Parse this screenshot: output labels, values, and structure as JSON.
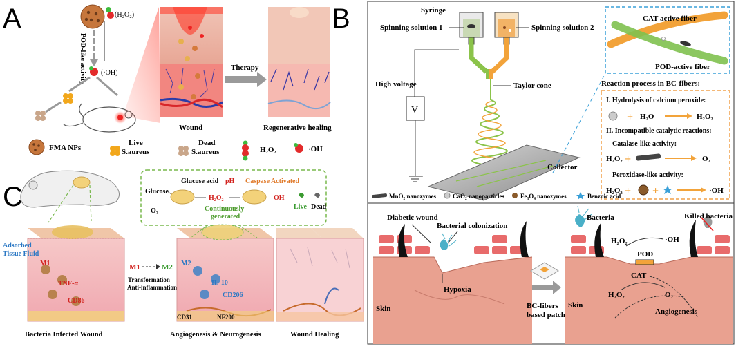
{
  "panel_a": {
    "letter": "A",
    "h2o2_top": "(H₂O₂)",
    "pod_activity": "POD-like activity",
    "oh_label": "(·OH)",
    "therapy": "Therapy",
    "wound": "Wound",
    "regenerative": "Regenerative healing",
    "legend": {
      "fma": "FMA NPs",
      "live_line1": "Live",
      "live_line2": "S.aureus",
      "dead_line1": "Dead",
      "dead_line2": "S.aureus",
      "h2o2": "H₂O₂",
      "oh": "·OH"
    }
  },
  "panel_b": {
    "letter": "B",
    "syringe": "Syringe",
    "sol1": "Spinning solution 1",
    "sol2": "Spinning solution 2",
    "high_voltage": "High voltage",
    "v": "V",
    "taylor": "Taylor cone",
    "collector": "Collector",
    "cat_fiber": "CAT-active fiber",
    "pod_fiber": "POD-active fiber",
    "reaction_title": "Reaction process in BC-fibers:",
    "step1": "I. Hydrolysis  of calcium peroxide:",
    "h2o": "H₂O",
    "h2o2": "H₂O₂",
    "step2": "II. Incompatible catalytic reactions:",
    "catalase": "Catalase-like activity:",
    "o2": "O₂",
    "peroxidase": "Peroxidase-like activity:",
    "oh": "·OH",
    "legend": {
      "mno2": "MnO₂ nanozymes",
      "cao2": "CaO₂ nanoparticles",
      "fe3o4": "Fe₃O₄ nanozymes",
      "benzoic": "Benzoic acid"
    },
    "bottom": {
      "diabetic": "Diabetic wound",
      "colonization": "Bacterial colonization",
      "hypoxia": "Hypoxia",
      "skin_left": "Skin",
      "patch_line1": "BC-fibers",
      "patch_line2": "based patch",
      "bacteria": "Bacteria",
      "killed": "Killed bacteria",
      "h2o2_top": "H₂O₂",
      "pod": "POD",
      "oh": "·OH",
      "cat": "CAT",
      "h2o2_bottom": "H₂O₂",
      "o2": "O₂",
      "skin_right": "Skin",
      "angiogenesis": "Angiogenesis"
    }
  },
  "panel_c": {
    "letter": "C",
    "glucose": "Glucose",
    "o2": "O₂",
    "glucose_acid": "Glucose acid",
    "ph": "pH",
    "caspase": "Caspase Activated",
    "h2o2": "H₂O₂",
    "continuously_line1": "Continuously",
    "continuously_line2": "generated",
    "oh": "OH",
    "live": "Live",
    "dead": "Dead",
    "adsorbed_line1": "Adsorbed",
    "adsorbed_line2": "Tissue Fluid",
    "m1m2_a": "M1",
    "m1m2_b": "M2",
    "transformation": "Transformation",
    "anti": "Anti-inflammation",
    "m1": "M1",
    "tnf": "TNF-α",
    "cd86": "CD86",
    "m2": "M2",
    "il10": "IL-10",
    "cd206": "CD206",
    "cd31": "CD31",
    "nf200": "NF200",
    "label_infected": "Bacteria Infected Wound",
    "label_angio": "Angiogenesis & Neurogenesis",
    "label_healing": "Wound Healing"
  },
  "colors": {
    "pod_orange": "#f2a33a",
    "cat_green": "#7fc14f",
    "box_blue": "#3aa0d8",
    "box_orange": "#f0a04a",
    "skin": "#e8a79a",
    "wound_red": "#e2433a",
    "dashed_green": "#79b84d",
    "red_text": "#d2231f",
    "blue_text": "#2b78c4"
  }
}
